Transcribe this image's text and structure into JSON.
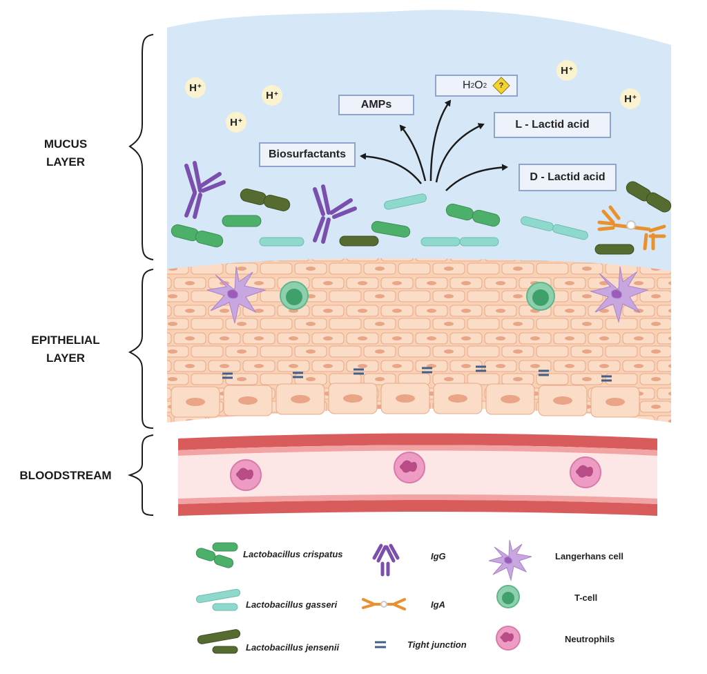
{
  "layers": {
    "mucus": [
      "MUCUS",
      "LAYER"
    ],
    "epithelial": [
      "EPITHELIAL",
      "LAYER"
    ],
    "bloodstream": "BLOODSTREAM"
  },
  "secretions": {
    "biosurfactants": "Biosurfactants",
    "amps": "AMPs",
    "h2o2": {
      "h": "H",
      "sub1": "2",
      "o": "O",
      "sub2": "2"
    },
    "h2o2_hazard": "?",
    "l_lactic": "L - Lactid acid",
    "d_lactic": "D - Lactid acid"
  },
  "protons": {
    "base": "H",
    "sup": "+"
  },
  "legend": {
    "crispatus": "Lactobacillus crispatus",
    "gasseri": "Lactobacillus gasseri",
    "jensenii": "Lactobacillus jensenii",
    "igg": "IgG",
    "iga": "IgA",
    "tight_junction": "Tight junction",
    "langerhans": "Langerhans cell",
    "tcell": "T-cell",
    "neutrophils": "Neutrophils"
  },
  "colors": {
    "mucus_bg": "#d6e8f7",
    "epithelium": "#f7c7a8",
    "cell_nucleus": "#e9957a",
    "blood_vessel": "#d85c5c",
    "crispatus": "#4caf6a",
    "gasseri": "#8fd8cc",
    "jensenii": "#556b2f",
    "igg": "#7b4fae",
    "iga": "#e8912e",
    "tight_junction": "#3d5f8a",
    "langerhans": "#c8a6e0",
    "tcell": "#5cb88a",
    "neutrophil": "#ef9cc5"
  }
}
